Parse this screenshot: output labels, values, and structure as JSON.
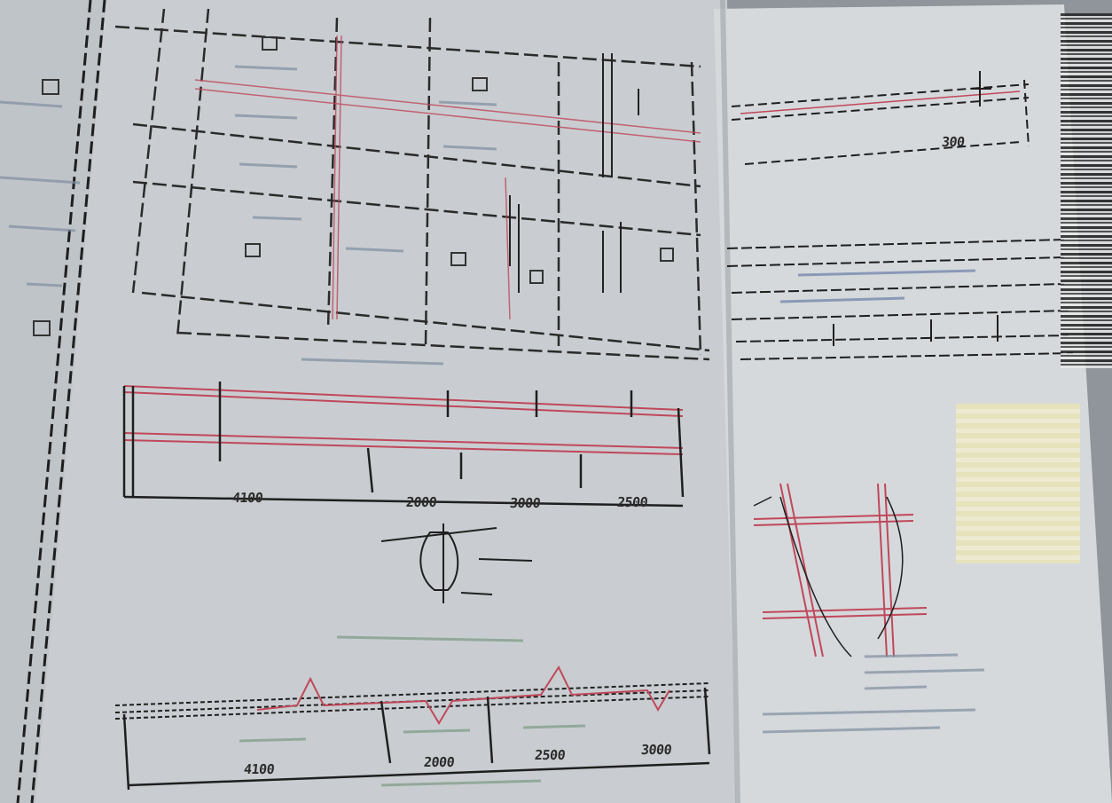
{
  "drawing": {
    "dimensions": {
      "beam_a_span1": "4100",
      "beam_a_span2": "2000",
      "beam_a_span3": "3000",
      "beam_a_span4": "2500",
      "beam_b_span1": "4100",
      "beam_b_span2": "2000",
      "beam_b_span3": "2500",
      "beam_b_span4": "3000",
      "right_detail_dim": "300"
    },
    "colors": {
      "paper_left": "#c9cdd1",
      "paper_right": "#d6d9dc",
      "ink": "#2b2b2b",
      "red_line": "#c0485a",
      "blue_text": "#6e8fb5",
      "green_text": "#7c9a84"
    }
  }
}
